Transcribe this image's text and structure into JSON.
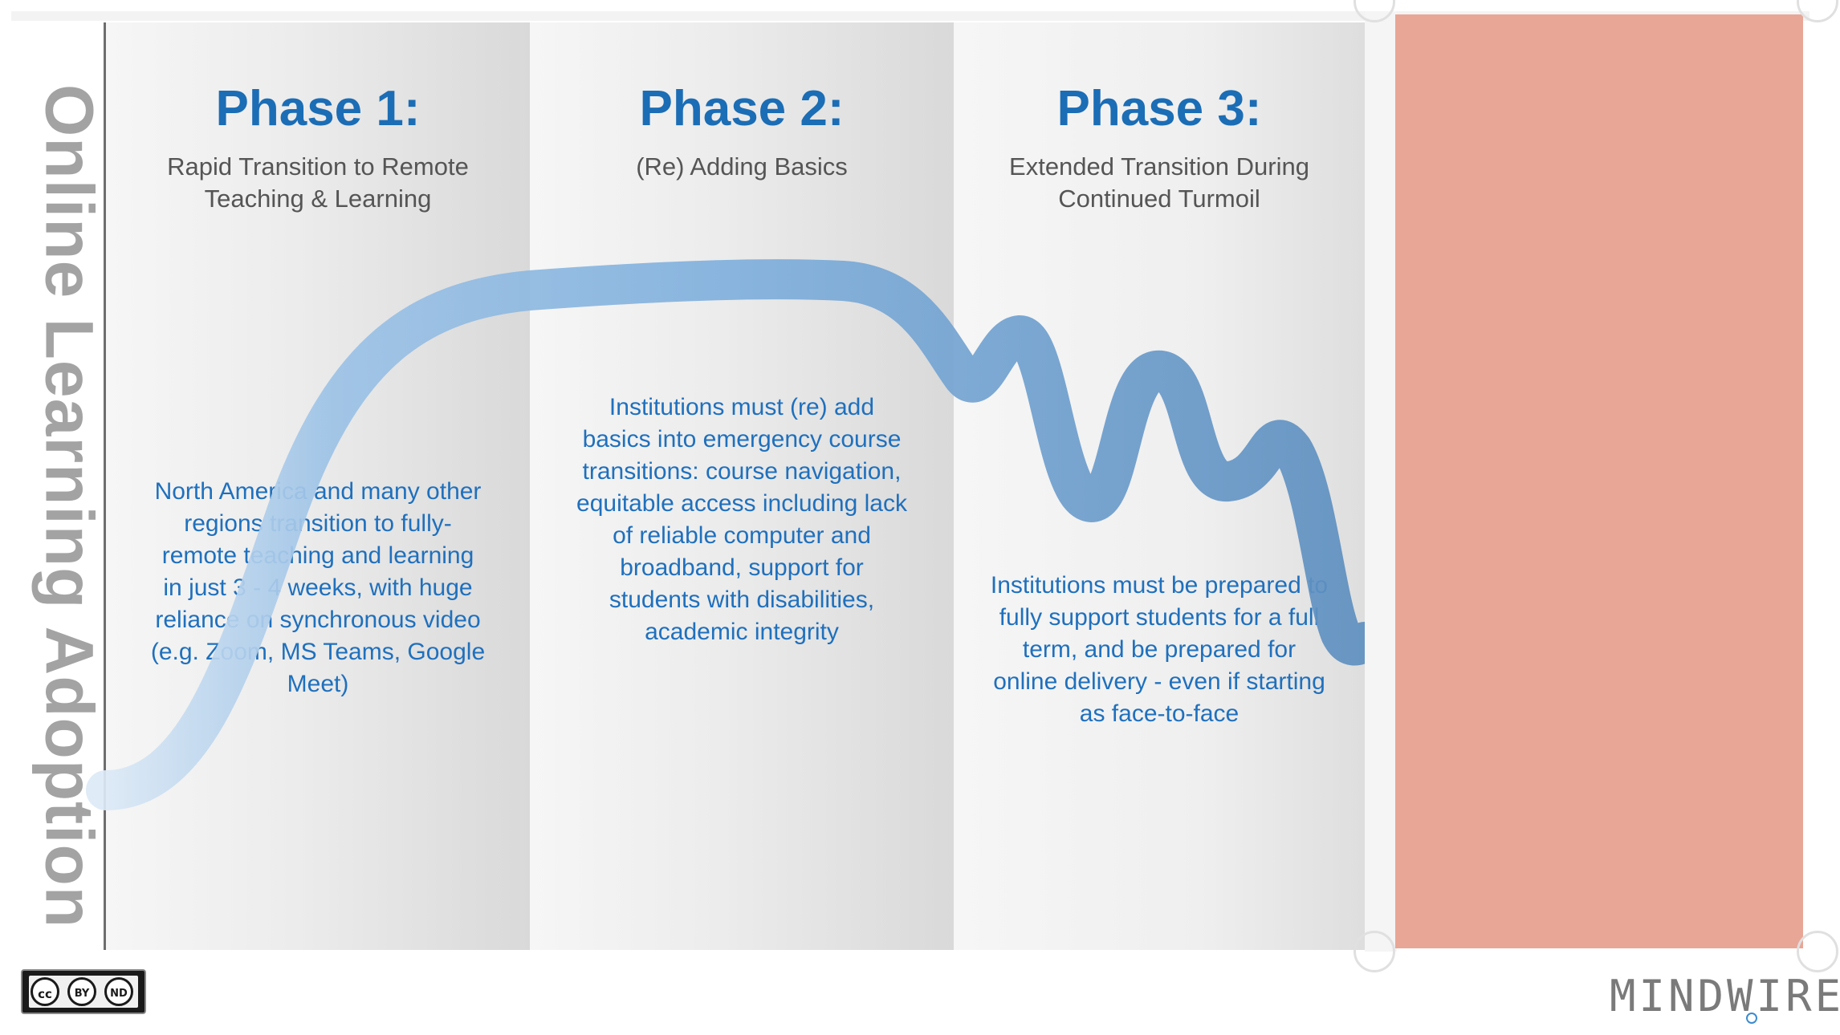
{
  "vertical_title": "Online Learning Adoption",
  "phases": [
    {
      "title": "Phase 1:",
      "subtitle": "Rapid Transition to Remote Teaching & Learning",
      "body": "North America and many other regions transition to fully-remote teaching and learning in just 3 - 4 weeks, with huge reliance on synchronous video (e.g. Zoom, MS Teams, Google Meet)"
    },
    {
      "title": "Phase 2:",
      "subtitle": "(Re) Adding Basics",
      "body": "Institutions must (re) add basics into emergency course transitions: course navigation, equitable access including lack of reliable computer and broadband, support for students with disabilities, academic integrity"
    },
    {
      "title": "Phase 3:",
      "subtitle": "Extended Transition During Continued Turmoil",
      "body": "Institutions must be prepared to fully support students for a full term, and be prepared for online delivery - even if starting as face-to-face"
    }
  ],
  "logo_text": "MINDWIRES",
  "license": {
    "cc": "cc",
    "by": "BY",
    "nd": "ND"
  },
  "colors": {
    "curve_light": "#dce9f6",
    "curve_mid": "#7fafdc",
    "curve_dark": "#5e8fbf",
    "redacted_block": "#e8a696",
    "title_blue": "#1b6db5"
  }
}
